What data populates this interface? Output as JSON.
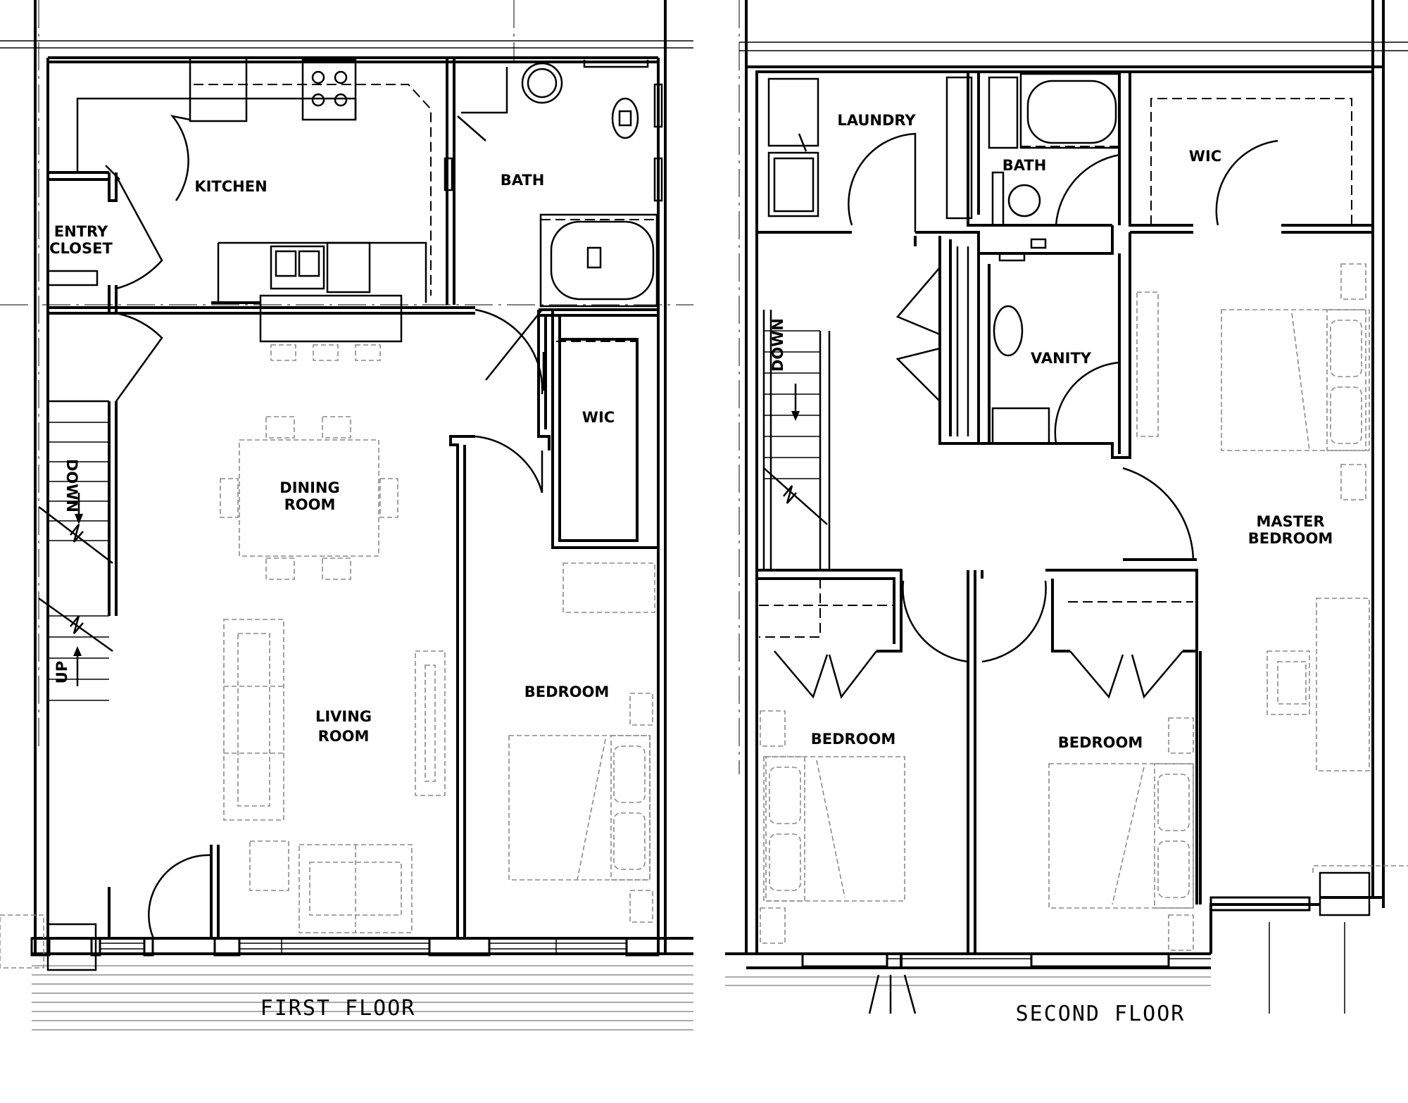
{
  "floors": [
    {
      "title": "FIRST FLOOR",
      "rooms": {
        "kitchen": "KITCHEN",
        "bath": "BATH",
        "entry_closet_1": "ENTRY",
        "entry_closet_2": "CLOSET",
        "wic": "WIC",
        "dining_1": "DINING",
        "dining_2": "ROOM",
        "living_1": "LIVING",
        "living_2": "ROOM",
        "bedroom": "BEDROOM",
        "stair_down": "DOWN",
        "stair_up": "UP"
      }
    },
    {
      "title": "SECOND FLOOR",
      "rooms": {
        "laundry": "LAUNDRY",
        "bath": "BATH",
        "wic": "WIC",
        "vanity": "VANITY",
        "master_1": "MASTER",
        "master_2": "BEDROOM",
        "bedroom_left": "BEDROOM",
        "bedroom_right": "BEDROOM",
        "stair_down": "DOWN"
      }
    }
  ]
}
